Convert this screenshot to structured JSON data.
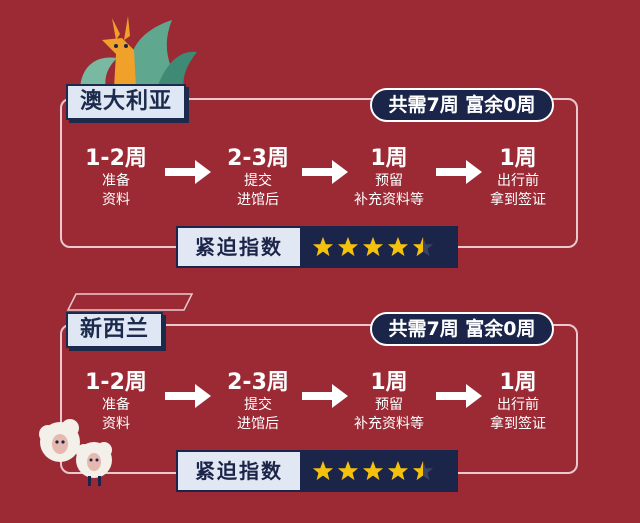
{
  "sections": [
    {
      "country": "澳大利亚",
      "weeks": "共需7周 富余0周",
      "steps": [
        {
          "big": "1-2周",
          "small1": "准备",
          "small2": "资料"
        },
        {
          "big": "2-3周",
          "small1": "提交",
          "small2": "进馆后"
        },
        {
          "big": "1周",
          "small1": "预留",
          "small2": "补充资料等"
        },
        {
          "big": "1周",
          "small1": "出行前",
          "small2": "拿到签证"
        }
      ],
      "urgency_label": "紧迫指数",
      "stars": 4.5
    },
    {
      "country": "新西兰",
      "weeks": "共需7周 富余0周",
      "steps": [
        {
          "big": "1-2周",
          "small1": "准备",
          "small2": "资料"
        },
        {
          "big": "2-3周",
          "small1": "提交",
          "small2": "进馆后"
        },
        {
          "big": "1周",
          "small1": "预留",
          "small2": "补充资料等"
        },
        {
          "big": "1周",
          "small1": "出行前",
          "small2": "拿到签证"
        }
      ],
      "urgency_label": "紧迫指数",
      "stars": 4.5
    }
  ],
  "colors": {
    "background": "#9b2a35",
    "navy": "#1b2449",
    "label_bg": "#e2e8f3",
    "star": "#f4c20d"
  },
  "icons": [
    "kangaroo-icon",
    "sheep-icon",
    "star-icon",
    "arrow-right-icon"
  ]
}
